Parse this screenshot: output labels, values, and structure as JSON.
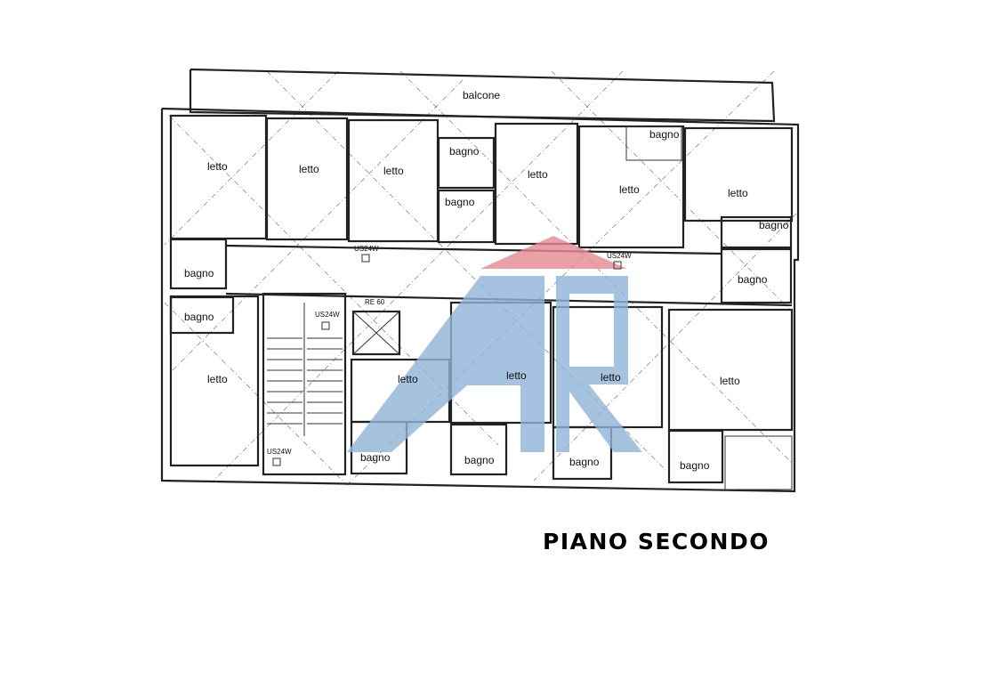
{
  "title": "PIANO SECONDO",
  "rooms": {
    "balcone": "balcone",
    "letto": "letto",
    "bagno": "bagno"
  },
  "annotations": {
    "us24w": "US24W",
    "riscaldamento": "RE 60"
  },
  "watermark": {
    "text": "AR",
    "blue": "#8fb4d8",
    "red": "#e58a90"
  }
}
